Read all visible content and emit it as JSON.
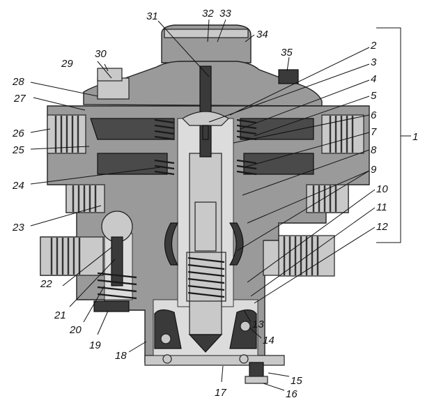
{
  "labels": {
    "l1": "1",
    "l2": "2",
    "l3": "3",
    "l4": "4",
    "l5": "5",
    "l6": "6",
    "l7": "7",
    "l8": "8",
    "l9": "9",
    "l10": "10",
    "l11": "11",
    "l12": "12",
    "l13": "13",
    "l14": "14",
    "l15": "15",
    "l16": "16",
    "l17": "17",
    "l18": "18",
    "l19": "19",
    "l20": "20",
    "l21": "21",
    "l22": "22",
    "l23": "23",
    "l24": "24",
    "l25": "25",
    "l26": "26",
    "l27": "27",
    "l28": "28",
    "l29": "29",
    "l30": "30",
    "l31": "31",
    "l32": "32",
    "l33": "33",
    "l34": "34",
    "l35": "35"
  },
  "colors": {
    "body": "#9a9a9a",
    "dark": "#3a3a3a",
    "light": "#c9c9c9",
    "line": "#111111"
  }
}
